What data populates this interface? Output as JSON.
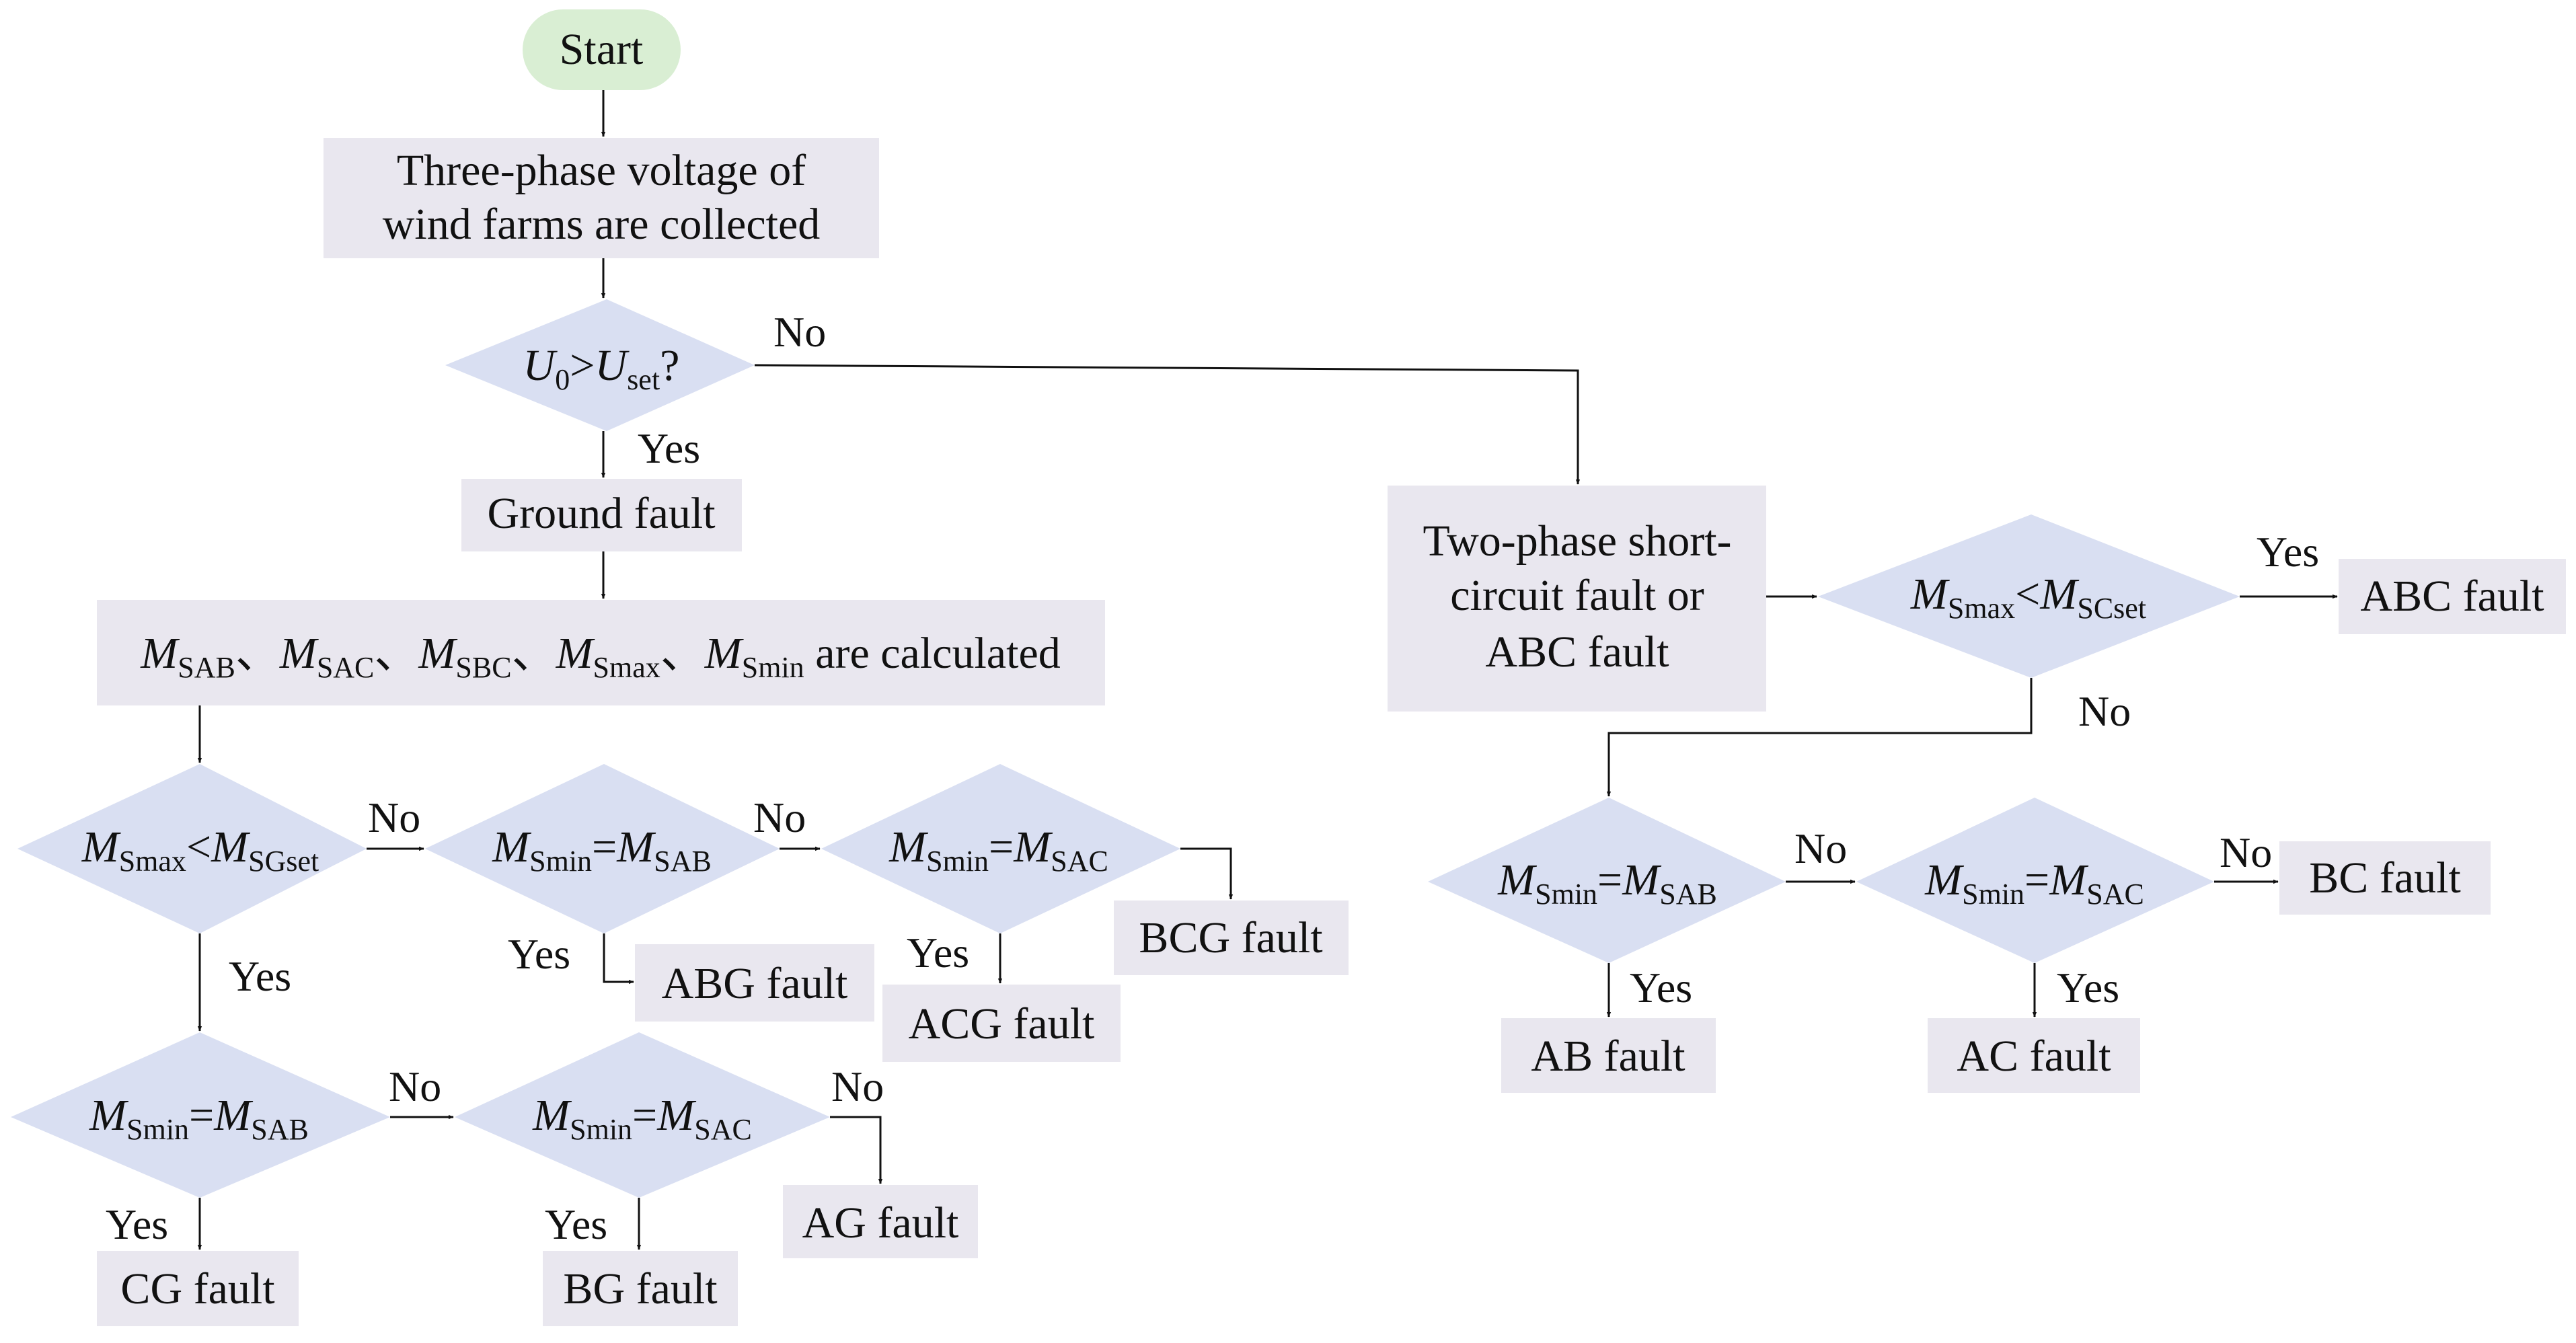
{
  "colors": {
    "box_fill": "#E9E7EF",
    "diamond_fill": "#D9DFF2",
    "start_fill": "#D9EED3",
    "line": "#111111",
    "text": "#111111"
  },
  "nodes": {
    "start": "Start",
    "collect_line1": "Three-phase voltage of",
    "collect_line2": "wind farms are collected",
    "ground_fault": "Ground fault",
    "two_phase_line1": "Two-phase short-",
    "two_phase_line2": "circuit fault or",
    "two_phase_line3": "ABC fault",
    "calc_suffix": "are calculated",
    "abc_fault": "ABC fault",
    "bc_fault": "BC fault",
    "ab_fault": "AB fault",
    "ac_fault": "AC fault",
    "abg_fault": "ABG fault",
    "acg_fault": "ACG fault",
    "bcg_fault": "BCG fault",
    "cg_fault": "CG fault",
    "bg_fault": "BG fault",
    "ag_fault": "AG fault"
  },
  "symbols": {
    "U": "U",
    "zero": "0",
    "set": "set",
    "gt": ">",
    "lt": "<",
    "eq": "=",
    "q": "?",
    "M": "M",
    "sep": "、",
    "SAB": "SAB",
    "SAC": "SAC",
    "SBC": "SBC",
    "Smax": "Smax",
    "Smin": "Smin",
    "SGset": "SGset",
    "SCset": "SCset"
  },
  "labels": {
    "yes": "Yes",
    "no": "No"
  }
}
